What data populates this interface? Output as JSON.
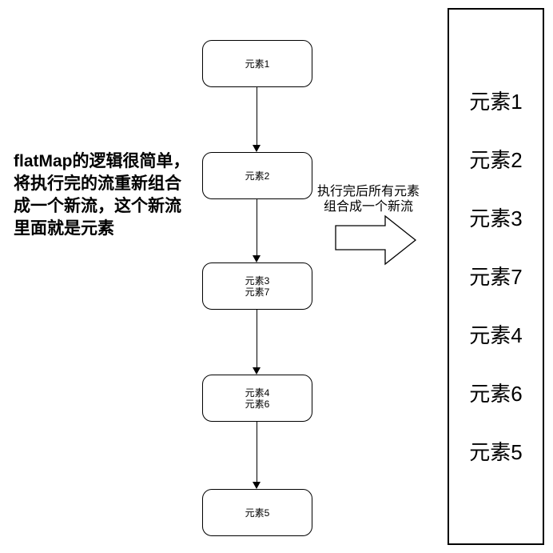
{
  "note": {
    "lines": [
      "flatMap的逻辑很简单，",
      "将执行完的流重新组合",
      "成一个新流，这个新流",
      "里面就是元素"
    ]
  },
  "flow": {
    "boxes": [
      {
        "lines": [
          "元素1"
        ]
      },
      {
        "lines": [
          "元素2"
        ]
      },
      {
        "lines": [
          "元素3",
          "元素7"
        ]
      },
      {
        "lines": [
          "元素4",
          "元素6"
        ]
      },
      {
        "lines": [
          "元素5"
        ]
      }
    ]
  },
  "merge": {
    "label_lines": [
      "执行完后所有元素",
      "组合成一个新流"
    ]
  },
  "result": {
    "items": [
      "元素1",
      "元素2",
      "元素3",
      "元素7",
      "元素4",
      "元素6",
      "元素5"
    ]
  },
  "colors": {
    "line": "#000000",
    "background": "#ffffff",
    "text": "#000000"
  }
}
